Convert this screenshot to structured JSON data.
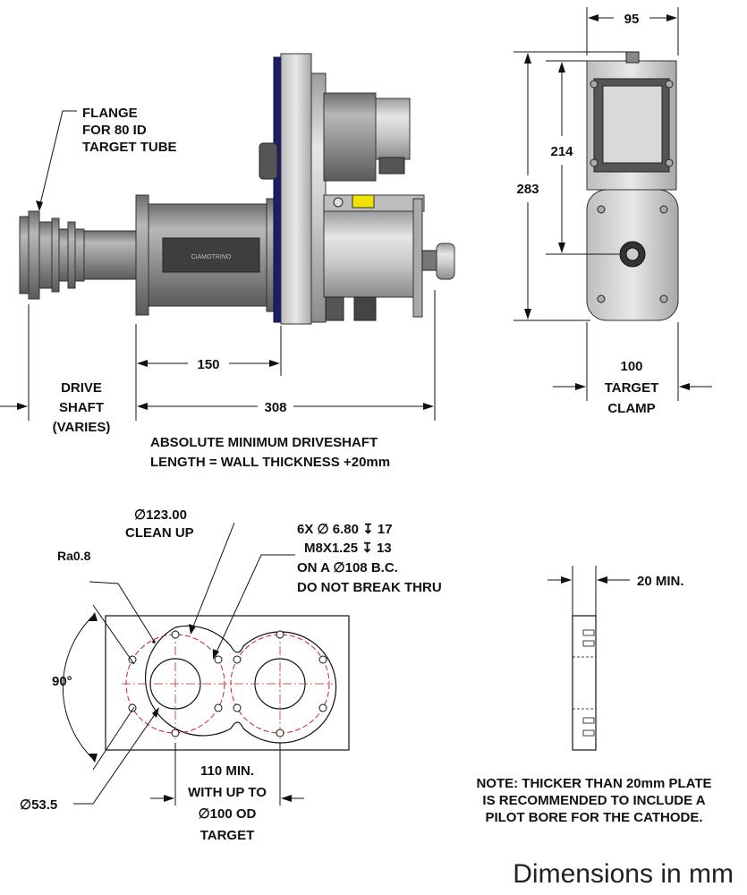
{
  "side_view": {
    "flange_label": [
      "FLANGE",
      "FOR 80 ID",
      "TARGET TUBE"
    ],
    "nameplate": "CIAMOTRINO",
    "dim_150": "150",
    "dim_308": "308",
    "drive_shaft_label": [
      "DRIVE",
      "SHAFT",
      "(VARIES)"
    ],
    "driveshaft_note": [
      "ABSOLUTE MINIMUM DRIVESHAFT",
      "LENGTH = WALL THICKNESS +20mm"
    ]
  },
  "end_view": {
    "dim_95": "95",
    "dim_214": "214",
    "dim_283": "283",
    "clamp_label": [
      "100",
      "TARGET",
      "CLAMP"
    ]
  },
  "plate_view": {
    "clean_up": [
      "∅123.00",
      "CLEAN UP"
    ],
    "holes_spec": [
      "6X  ∅  6.80 ↧ 17",
      "M8X1.25 ↧ 13",
      "ON A  ∅108 B.C.",
      "DO NOT BREAK THRU"
    ],
    "roughness": "Ra0.8",
    "angle": "90°",
    "bore": "∅53.5",
    "spacing_note": [
      "110 MIN.",
      "WITH UP TO",
      "∅100 OD",
      "TARGET"
    ]
  },
  "plate_section": {
    "thickness": "20 MIN.",
    "note": [
      "NOTE: THICKER THAN 20mm PLATE",
      "IS RECOMMENDED TO INCLUDE A",
      "PILOT BORE FOR THE CATHODE."
    ]
  },
  "units_caption": "Dimensions in mm",
  "colors": {
    "body_gray": "#9a9a9a",
    "dark_gray": "#555555",
    "accent_yellow": "#f2e200",
    "accent_blue": "#1c1c6e",
    "centerline_red": "#d0202a"
  }
}
